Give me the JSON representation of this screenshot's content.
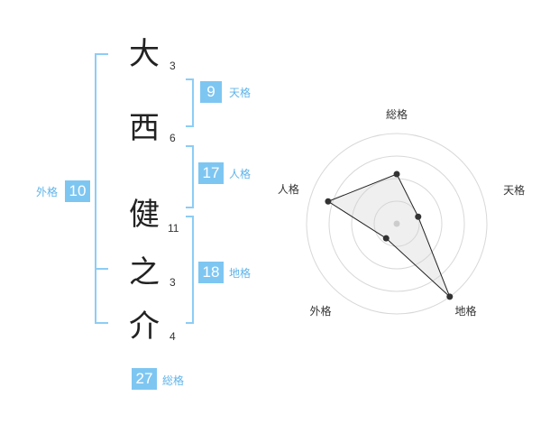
{
  "name": {
    "chars": [
      {
        "char": "大",
        "strokes": "3"
      },
      {
        "char": "西",
        "strokes": "6"
      },
      {
        "char": "健",
        "strokes": "11"
      },
      {
        "char": "之",
        "strokes": "3"
      },
      {
        "char": "介",
        "strokes": "4"
      }
    ]
  },
  "fortune": {
    "tenkaku": {
      "value": "9",
      "label": "天格"
    },
    "jinkaku": {
      "value": "17",
      "label": "人格"
    },
    "chikaku": {
      "value": "18",
      "label": "地格"
    },
    "gaikaku": {
      "value": "10",
      "label": "外格"
    },
    "soukaku": {
      "value": "27",
      "label": "総格"
    }
  },
  "colors": {
    "accent": "#7ec6f2",
    "accent_text": "#5fb4ea",
    "bracket": "#8ccdf5"
  },
  "chart_data": {
    "type": "radar",
    "axes": [
      "総格",
      "天格",
      "地格",
      "外格",
      "人格"
    ],
    "values": [
      0.55,
      0.25,
      1.0,
      0.2,
      0.8
    ],
    "max": 1.0,
    "rings": 4
  }
}
